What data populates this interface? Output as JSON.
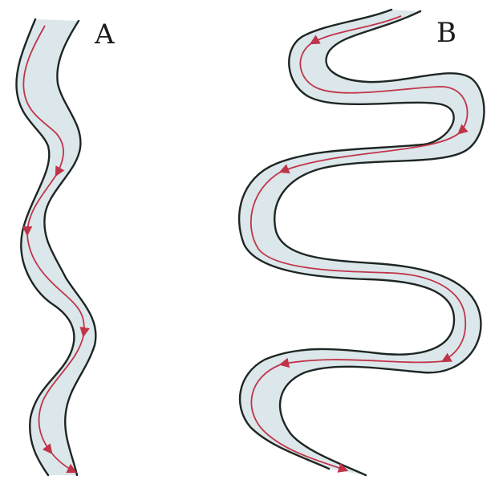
{
  "diagram": {
    "panels": [
      {
        "id": "A",
        "label": "A"
      },
      {
        "id": "B",
        "label": "B"
      }
    ]
  },
  "colors": {
    "bank": "#1e2622",
    "channel_fill": "#dbe7ea",
    "thalweg": "#c0344a",
    "background": "#ffffff"
  }
}
